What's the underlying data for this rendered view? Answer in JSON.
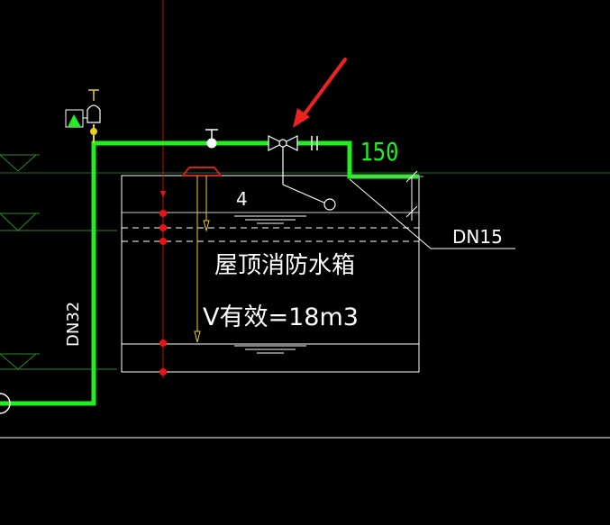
{
  "drawing": {
    "tank_title": "屋顶消防水箱",
    "tank_volume": "V有效=18m3",
    "pipe_vertical_label": "DN32",
    "pipe_side_label": "DN15",
    "dimension_label": "150",
    "level_marker_label": "4"
  },
  "colors": {
    "background": "#000000",
    "pipe": "#22ee22",
    "outline": "#ffffff",
    "axis_line": "#cc1111",
    "node": "#ee1111",
    "float_valve": "#e8d020",
    "arrow": "#ee2222",
    "hatch": "#2a8a2a"
  }
}
